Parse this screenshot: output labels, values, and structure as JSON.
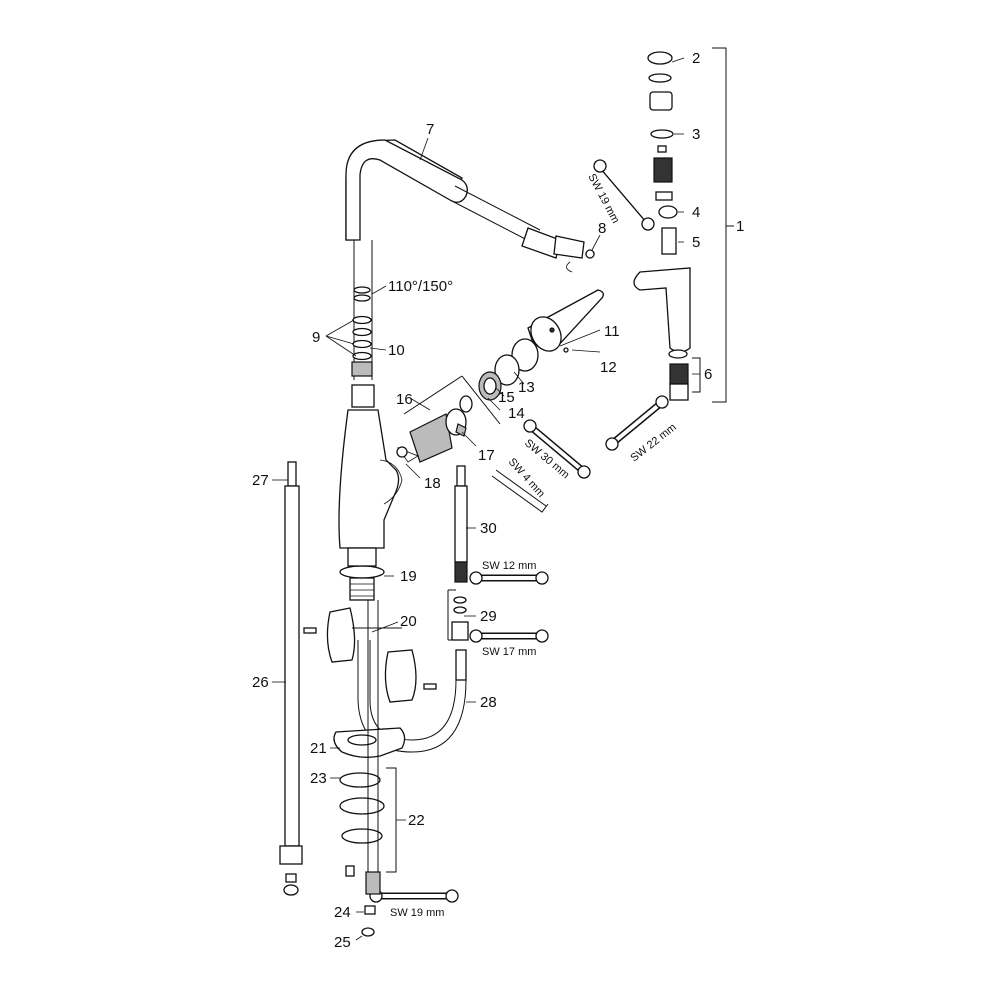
{
  "callouts": {
    "n1": "1",
    "n2": "2",
    "n3": "3",
    "n4": "4",
    "n5": "5",
    "n6": "6",
    "n7": "7",
    "n8": "8",
    "n9": "9",
    "n10": "10",
    "n11": "11",
    "n12": "12",
    "n13": "13",
    "n14": "14",
    "n15": "15",
    "n16": "16",
    "n17": "17",
    "n18": "18",
    "n19": "19",
    "n20": "20",
    "n21": "21",
    "n22": "22",
    "n23": "23",
    "n24": "24",
    "n25": "25",
    "n26": "26",
    "n27": "27",
    "n28": "28",
    "n29": "29",
    "n30": "30"
  },
  "annotations": {
    "swivel_angle": "110°/150°"
  },
  "tools": {
    "sw19_top": "SW 19 mm",
    "sw22": "SW 22 mm",
    "sw30": "SW 30 mm",
    "sw4": "SW 4 mm",
    "sw12": "SW 12 mm",
    "sw17": "SW 17 mm",
    "sw19_bottom": "SW 19 mm"
  }
}
